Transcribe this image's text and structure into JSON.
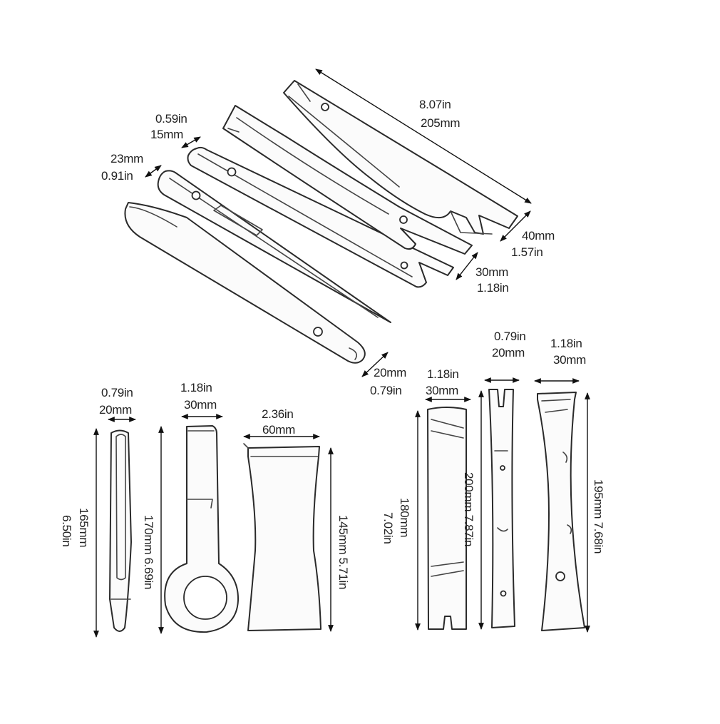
{
  "labels": {
    "l205_in": "8.07in",
    "l205_mm": "205mm",
    "l15_in": "0.59in",
    "l15_mm": "15mm",
    "l23_mm": "23mm",
    "l23_in": "0.91in",
    "l40_mm": "40mm",
    "l40_in": "1.57in",
    "l30a_mm": "30mm",
    "l30a_in": "1.18in",
    "l20a_mm": "20mm",
    "l20a_in": "0.79in",
    "l20b_in": "0.79in",
    "l20b_mm": "20mm",
    "l30b_in": "1.18in",
    "l30b_mm": "30mm",
    "l60_in": "2.36in",
    "l60_mm": "60mm",
    "l30c_in": "1.18in",
    "l30c_mm": "30mm",
    "l20c_in": "0.79in",
    "l20c_mm": "20mm",
    "l30d_in": "1.18in",
    "l30d_mm": "30mm",
    "v165_mm": "165mm",
    "v165_in": "6.50in",
    "v170": "170mm 6.69in",
    "v145": "145mm 5.71in",
    "v180_mm": "180mm",
    "v180_in": "7.02in",
    "v200": "200mm 7.87in",
    "v195": "195mm 7.68in"
  }
}
